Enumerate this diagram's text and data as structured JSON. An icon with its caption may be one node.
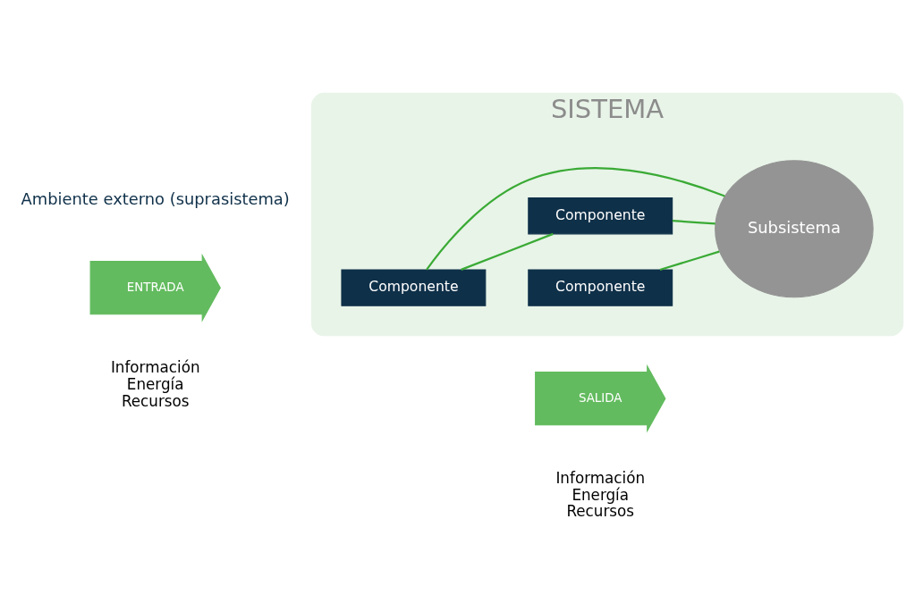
{
  "diagram": {
    "nodes": [
      {
        "text": [
          "ENTRADA"
        ],
        "beside": [
          "Información",
          "Energía",
          "Recursos"
        ]
      },
      {
        "text": [
          "SISTEMA"
        ]
      },
      {
        "text": [
          "Componente"
        ],
        "in": 1
      },
      {
        "text": [
          "Componente"
        ],
        "in": 1
      },
      {
        "text": [
          "Subsistema"
        ],
        "in": 1
      },
      {
        "text": [
          "Componente"
        ],
        "in": 1
      },
      {
        "text": [
          "SALIDA"
        ],
        "beside": [
          "Información",
          "Energía",
          "Recursos"
        ]
      }
    ],
    "edges": [
      {
        "from": 2,
        "to": 4,
        "arrow": "none"
      },
      {
        "from": 2,
        "to": 3,
        "arrow": "none"
      },
      {
        "from": 3,
        "to": 4,
        "arrow": "none"
      },
      {
        "from": 5,
        "to": 4,
        "arrow": "none"
      }
    ],
    "labels": [
      "Ambiente externo (suprasistema)"
    ]
  }
}
